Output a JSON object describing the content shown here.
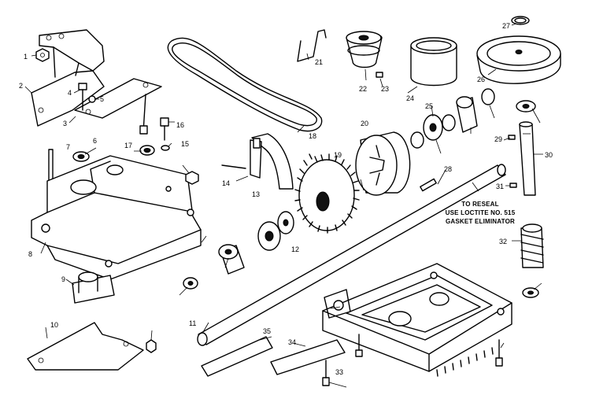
{
  "diagram": {
    "note_lines": [
      "TO RESEAL",
      "USE LOCTITE NO. 515",
      "GASKET ELIMINATOR"
    ],
    "callouts": [
      "1",
      "2",
      "3",
      "4",
      "5",
      "6",
      "7",
      "8",
      "9",
      "10",
      "11",
      "12",
      "13",
      "14",
      "15",
      "16",
      "17",
      "18",
      "19",
      "20",
      "21",
      "22",
      "23",
      "24",
      "25",
      "26",
      "27",
      "28",
      "29",
      "30",
      "31",
      "32",
      "33",
      "34",
      "35"
    ]
  }
}
